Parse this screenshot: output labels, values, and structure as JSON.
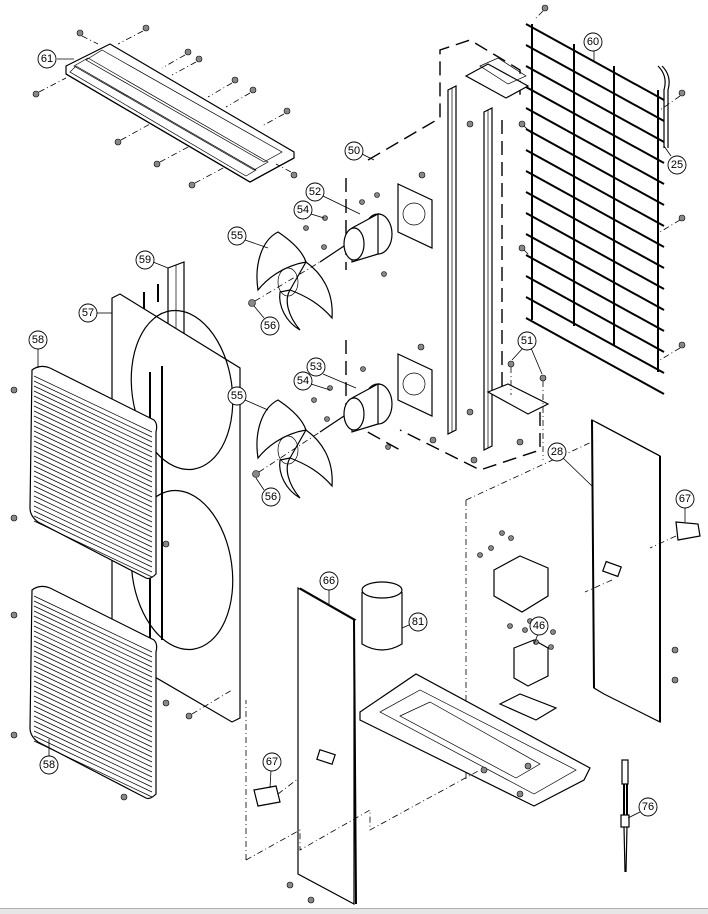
{
  "diagram": {
    "type": "exploded-parts-view",
    "callouts": [
      {
        "id": "61",
        "part": "top-panel"
      },
      {
        "id": "60",
        "part": "rear-wire-guard"
      },
      {
        "id": "25",
        "part": "bracket-rod"
      },
      {
        "id": "50",
        "part": "motor-support-frame"
      },
      {
        "id": "52",
        "part": "fan-motor-upper"
      },
      {
        "id": "54",
        "part": "motor-screw-upper"
      },
      {
        "id": "55",
        "part": "propeller-fan-upper"
      },
      {
        "id": "56",
        "part": "fan-nut-upper"
      },
      {
        "id": "59",
        "part": "side-column"
      },
      {
        "id": "57",
        "part": "front-panel"
      },
      {
        "id": "58",
        "part": "discharge-grille-upper"
      },
      {
        "id": "53",
        "part": "fan-motor-lower"
      },
      {
        "id": "54b",
        "part": "motor-screw-lower"
      },
      {
        "id": "55b",
        "part": "propeller-fan-lower"
      },
      {
        "id": "56b",
        "part": "fan-nut-lower"
      },
      {
        "id": "51",
        "part": "support-bracket-screws"
      },
      {
        "id": "28",
        "part": "side-service-panel"
      },
      {
        "id": "67",
        "part": "handle-right"
      },
      {
        "id": "46",
        "part": "reactor"
      },
      {
        "id": "66",
        "part": "left-side-panel"
      },
      {
        "id": "81",
        "part": "cylinder-cover"
      },
      {
        "id": "67b",
        "part": "handle-left"
      },
      {
        "id": "58b",
        "part": "discharge-grille-lower"
      },
      {
        "id": "76",
        "part": "thermistor"
      }
    ],
    "labels": {
      "61": "61",
      "60": "60",
      "25": "25",
      "50": "50",
      "52": "52",
      "54": "54",
      "55": "55",
      "56": "56",
      "59": "59",
      "57": "57",
      "58": "58",
      "53": "53",
      "54b": "54",
      "55b": "55",
      "56b": "56",
      "51": "51",
      "28": "28",
      "67": "67",
      "46": "46",
      "66": "66",
      "81": "81",
      "67b": "67",
      "58b": "58",
      "76": "76"
    }
  }
}
